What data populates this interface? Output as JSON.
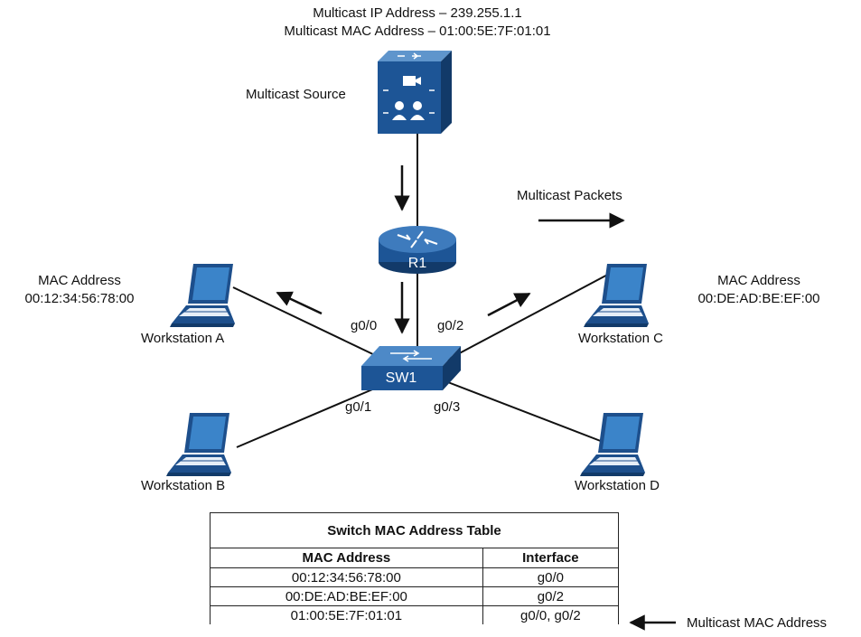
{
  "source": {
    "ip_line": "Multicast IP Address – 239.255.1.1",
    "mac_line": "Multicast MAC Address – 01:00:5E:7F:01:01",
    "label": "Multicast Source"
  },
  "router": {
    "label": "R1"
  },
  "switch": {
    "label": "SW1"
  },
  "packets_label": "Multicast Packets",
  "interfaces": {
    "g00": "g0/0",
    "g01": "g0/1",
    "g02": "g0/2",
    "g03": "g0/3"
  },
  "workstations": {
    "a": {
      "label": "Workstation A",
      "mac_title": "MAC Address",
      "mac": "00:12:34:56:78:00"
    },
    "b": {
      "label": "Workstation B"
    },
    "c": {
      "label": "Workstation C",
      "mac_title": "MAC Address",
      "mac": "00:DE:AD:BE:EF:00"
    },
    "d": {
      "label": "Workstation D"
    }
  },
  "table": {
    "title": "Switch MAC Address Table",
    "headers": [
      "MAC Address",
      "Interface"
    ],
    "rows": [
      [
        "00:12:34:56:78:00",
        "g0/0"
      ],
      [
        "00:DE:AD:BE:EF:00",
        "g0/2"
      ],
      [
        "01:00:5E:7F:01:01",
        "g0/0, g0/2"
      ]
    ]
  },
  "table_pointer_label": "Multicast MAC Address",
  "colors": {
    "device_blue": "#1a4e8a",
    "device_light": "#3f7fc0",
    "screen": "#2c6aa8"
  }
}
